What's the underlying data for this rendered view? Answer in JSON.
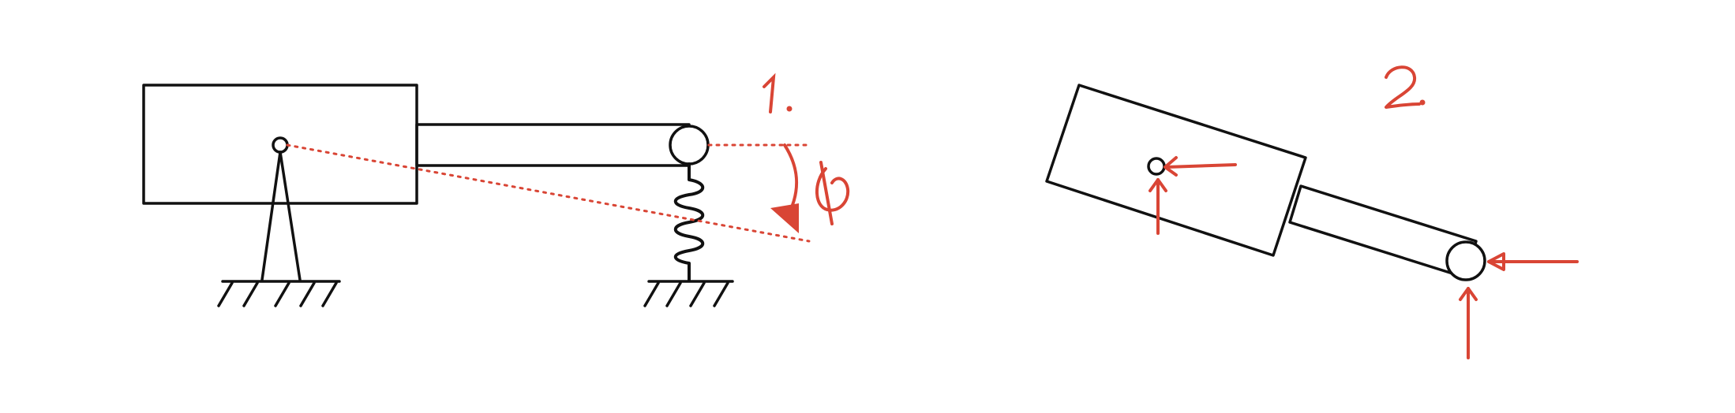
{
  "diagram": {
    "labels": {
      "figure_1": "1.",
      "figure_2": "2.",
      "angle": "φ"
    },
    "colors": {
      "ink": "#111111",
      "annotation": "#d94535"
    }
  }
}
